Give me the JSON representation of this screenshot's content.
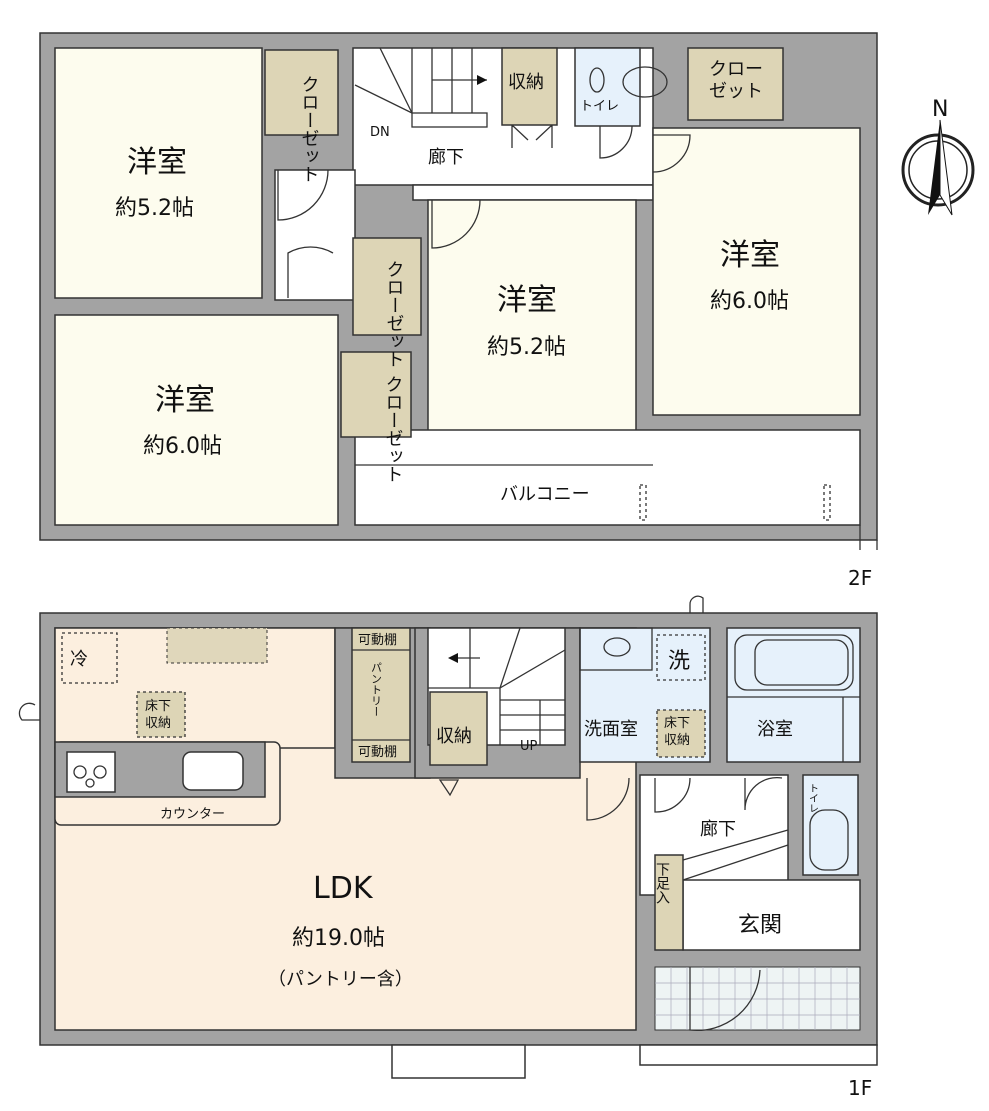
{
  "floor2": {
    "label": "2F",
    "rooms": [
      {
        "name": "洋室",
        "size": "約5.2帖"
      },
      {
        "name": "洋室",
        "size": "約6.0帖"
      },
      {
        "name": "洋室",
        "size": "約5.2帖"
      },
      {
        "name": "洋室",
        "size": "約6.0帖"
      }
    ],
    "closet_a": [
      "クロー",
      "ゼット"
    ],
    "closet_vertical": "クローゼット",
    "storage": "収納",
    "toilet": "トイレ",
    "hallway": "廊下",
    "stairs_dir": "DN",
    "balcony": "バルコニー"
  },
  "floor1": {
    "label": "1F",
    "ldk": {
      "name": "LDK",
      "size": "約19.0帖",
      "note": "（パントリー含）"
    },
    "fridge": "冷",
    "underfloor": [
      "床下",
      "収納"
    ],
    "counter": "カウンター",
    "shelf": "可動棚",
    "pantry": "パントリー",
    "storage": "収納",
    "stairs_dir": "UP",
    "washroom": "洗面室",
    "washer": "洗",
    "bath": "浴室",
    "hallway": "廊下",
    "toilet": "トイレ",
    "shoe": "下足入",
    "entrance": "玄関"
  },
  "compass": {
    "label": "N"
  },
  "colors": {
    "wall": "#a3a3a3",
    "room": "#fdfcee",
    "closet": "#ddd5b6",
    "wet": "#e6f1fb",
    "ldk": "#fcefdf"
  }
}
